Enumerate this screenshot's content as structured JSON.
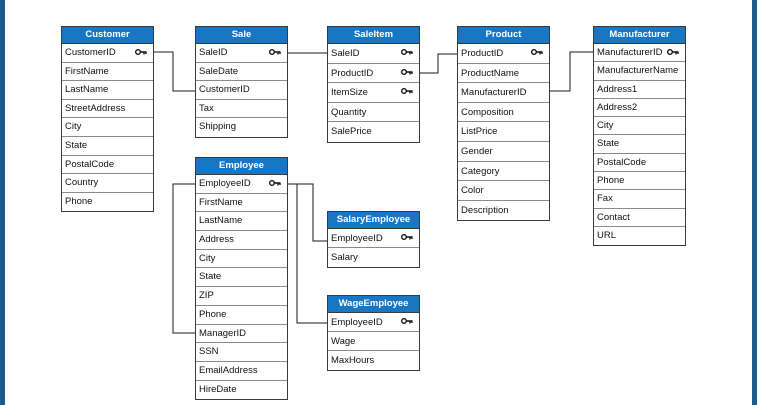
{
  "entities": {
    "customer": {
      "title": "Customer",
      "fields": [
        "CustomerID",
        "FirstName",
        "LastName",
        "StreetAddress",
        "City",
        "State",
        "PostalCode",
        "Country",
        "Phone"
      ]
    },
    "sale": {
      "title": "Sale",
      "fields": [
        "SaleID",
        "SaleDate",
        "CustomerID",
        "Tax",
        "Shipping"
      ]
    },
    "saleitem": {
      "title": "SaleItem",
      "fields": [
        "SaleID",
        "ProductID",
        "ItemSize",
        "Quantity",
        "SalePrice"
      ]
    },
    "product": {
      "title": "Product",
      "fields": [
        "ProductID",
        "ProductName",
        "ManufacturerID",
        "Composition",
        "ListPrice",
        "Gender",
        "Category",
        "Color",
        "Description"
      ]
    },
    "manufacturer": {
      "title": "Manufacturer",
      "fields": [
        "ManufacturerID",
        "ManufacturerName",
        "Address1",
        "Address2",
        "City",
        "State",
        "PostalCode",
        "Phone",
        "Fax",
        "Contact",
        "URL"
      ]
    },
    "employee": {
      "title": "Employee",
      "fields": [
        "EmployeeID",
        "FirstName",
        "LastName",
        "Address",
        "City",
        "State",
        "ZIP",
        "Phone",
        "ManagerID",
        "SSN",
        "EmailAddress",
        "HireDate"
      ]
    },
    "salaryemployee": {
      "title": "SalaryEmployee",
      "fields": [
        "EmployeeID",
        "Salary"
      ]
    },
    "wageemployee": {
      "title": "WageEmployee",
      "fields": [
        "EmployeeID",
        "Wage",
        "MaxHours"
      ]
    }
  },
  "icons": {
    "key": "key-icon"
  },
  "colors": {
    "header": "#1877c5",
    "frame": "#1f5a8a"
  }
}
